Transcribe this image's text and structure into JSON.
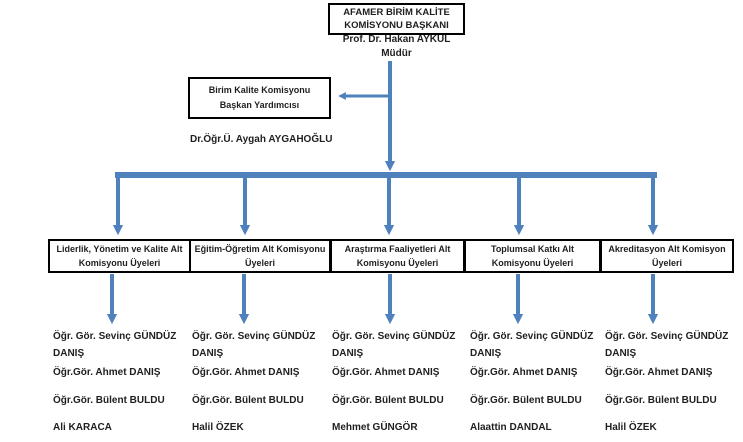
{
  "org": {
    "root": {
      "title": "AFAMER BİRİM KALİTE KOMİSYONU BAŞKANI",
      "person": "Prof. Dr. Hakan AYKUL",
      "role": "Müdür"
    },
    "deputy": {
      "title": "Birim Kalite Komisyonu Başkan Yardımcısı",
      "person": "Dr.Öğr.Ü. Aygah AYGAHOĞLU"
    },
    "subcommittees": [
      {
        "title": "Liderlik, Yönetim ve Kalite Alt Komisyonu Üyeleri",
        "members": [
          "Öğr. Gör. Sevinç GÜNDÜZ DANIŞ",
          "Öğr.Gör. Ahmet DANIŞ",
          "Öğr.Gör. Bülent BULDU",
          "Ali KARACA"
        ]
      },
      {
        "title": "Eğitim-Öğretim Alt Komisyonu Üyeleri",
        "members": [
          "Öğr. Gör. Sevinç GÜNDÜZ DANIŞ",
          "Öğr.Gör. Ahmet DANIŞ",
          "Öğr.Gör. Bülent BULDU",
          "Halil ÖZEK"
        ]
      },
      {
        "title": "Araştırma Faaliyetleri Alt Komisyonu Üyeleri",
        "members": [
          "Öğr. Gör. Sevinç GÜNDÜZ DANIŞ",
          "Öğr.Gör. Ahmet DANIŞ",
          "Öğr.Gör. Bülent BULDU",
          "Mehmet GÜNGÖR"
        ]
      },
      {
        "title": "Toplumsal Katkı Alt Komisyonu Üyeleri",
        "members": [
          "Öğr. Gör. Sevinç GÜNDÜZ DANIŞ",
          "Öğr.Gör. Ahmet DANIŞ",
          "Öğr.Gör. Bülent BULDU",
          "Alaattin DANDAL"
        ]
      },
      {
        "title": "Akreditasyon Alt Komisyon Üyeleri",
        "members": [
          "Öğr. Gör. Sevinç GÜNDÜZ DANIŞ",
          "Öğr.Gör. Ahmet DANIŞ",
          "Öğr.Gör. Bülent BULDU",
          "Halil ÖZEK"
        ]
      }
    ]
  },
  "colors": {
    "connector_blue": "#4f81bd",
    "box_border": "#000000",
    "text": "#1f1f1f",
    "background": "#ffffff"
  }
}
